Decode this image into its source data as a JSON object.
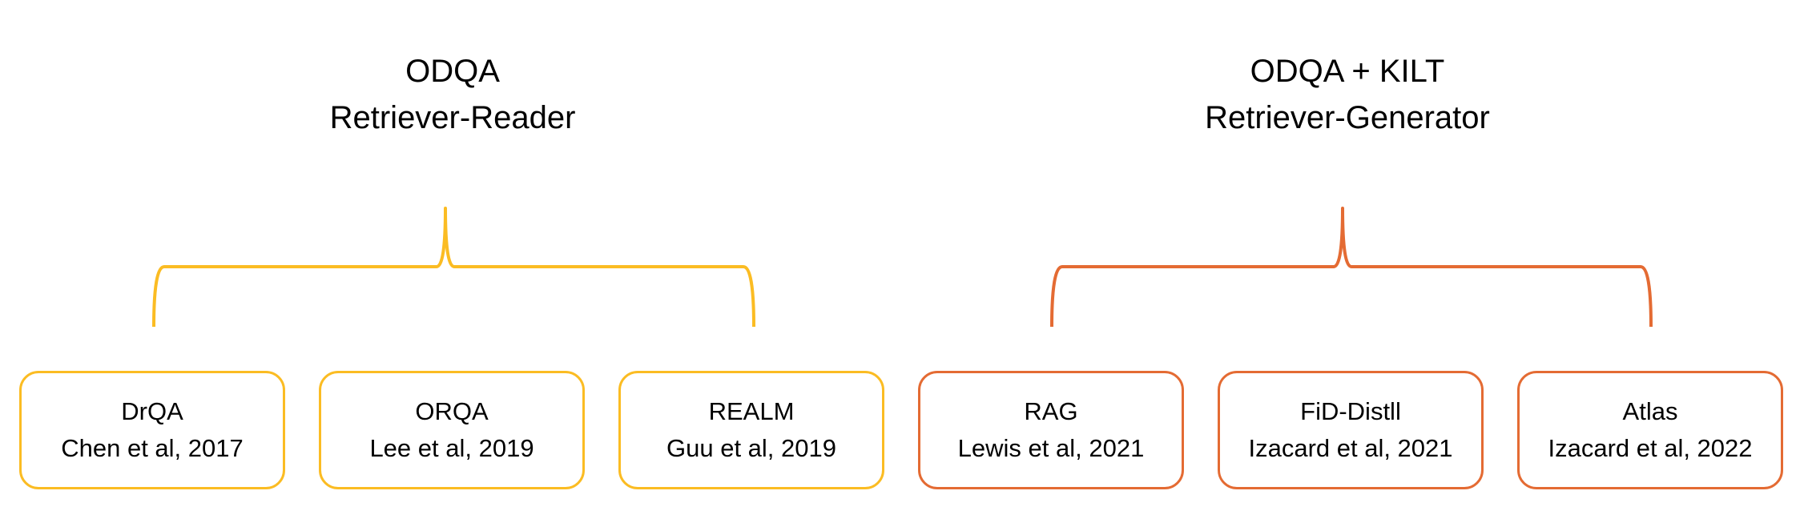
{
  "colors": {
    "reader_accent": "#FBBC23",
    "generator_accent": "#E46B33",
    "text": "#000000"
  },
  "groups": [
    {
      "title_line1": "ODQA",
      "title_line2": "Retriever-Reader",
      "papers": [
        {
          "name": "DrQA",
          "citation": "Chen et al, 2017"
        },
        {
          "name": "ORQA",
          "citation": "Lee et al, 2019"
        },
        {
          "name": "REALM",
          "citation": "Guu et al, 2019"
        }
      ]
    },
    {
      "title_line1": "ODQA + KILT",
      "title_line2": "Retriever-Generator",
      "papers": [
        {
          "name": "RAG",
          "citation": "Lewis et al, 2021"
        },
        {
          "name": "FiD-Distll",
          "citation": "Izacard et al, 2021"
        },
        {
          "name": "Atlas",
          "citation": "Izacard et al, 2022"
        }
      ]
    }
  ]
}
